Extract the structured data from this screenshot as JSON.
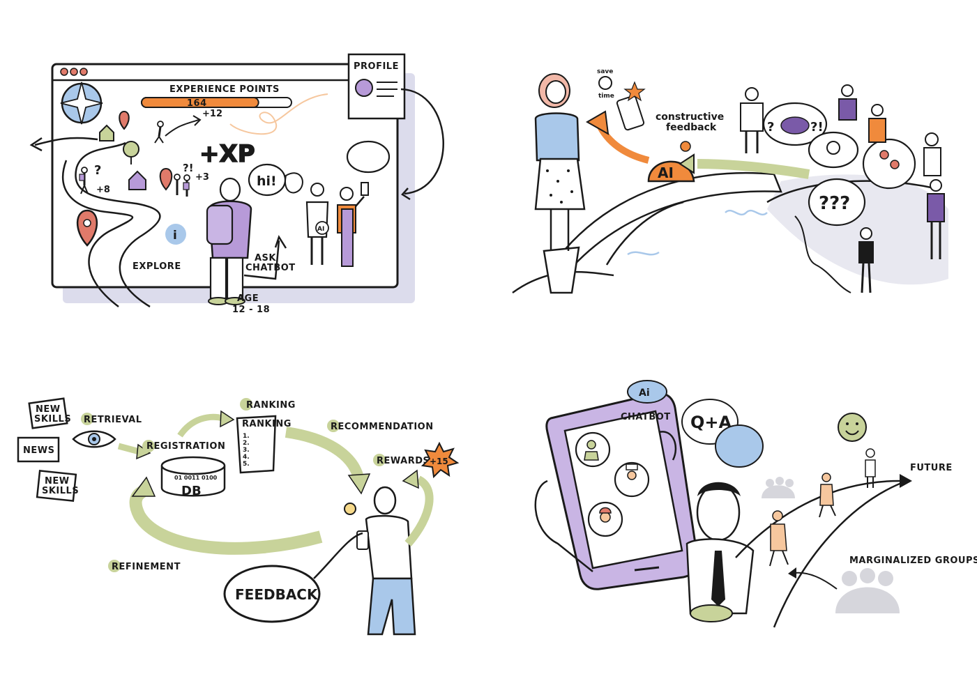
{
  "panel1": {
    "profile": "PROFILE",
    "xp_title": "EXPERIENCE POINTS",
    "xp_value": "164",
    "xp_fraction": 0.78,
    "plus12": "+12",
    "plus8": "+8",
    "plus3": "+3",
    "qmark": "?!",
    "xp": "+XP",
    "hi": "hi!",
    "explore": "EXPLORE",
    "ask1": "ASK",
    "ask2": "CHATBOT",
    "age1": "AGE",
    "age2": "12 - 18",
    "ai": "AI",
    "info": "i"
  },
  "panel2": {
    "save1": "save",
    "save2": "time",
    "constructive1": "constructive",
    "constructive2": "feedback",
    "ai": "AI",
    "q1": "?",
    "q2": "?!",
    "qqq": "???"
  },
  "panel3": {
    "new_skills_1a": "NEW",
    "new_skills_1b": "SKILLS",
    "news": "NEWS",
    "new_skills_2a": "NEW",
    "new_skills_2b": "SKILLS",
    "retrieval": "RETRIEVAL",
    "registration": "REGISTRATION",
    "db": "DB",
    "db_bits": "01 0011 0100",
    "ranking": "RANKING",
    "ranking_doc": "RANKING",
    "ranking_items": [
      "1.",
      "2.",
      "3.",
      "4.",
      "5."
    ],
    "recommendation": "RECOMMENDATION",
    "rewards": "REWARDS",
    "plus15": "+15",
    "refinement": "REFINEMENT",
    "feedback": "FEEDBACK"
  },
  "panel4": {
    "ai": "Ai",
    "chatbot": "CHATBOT",
    "qa": "Q+A",
    "future": "FUTURE",
    "marginalized": "MARGINALIZED GROUPS"
  },
  "colors": {
    "ink": "#1a1a1a",
    "orange": "#f08a3c",
    "purple": "#b79ad8",
    "purple_dark": "#7a5aa8",
    "green": "#c8d39a",
    "blue": "#a9c8ea",
    "shadow": "#dcdcec"
  }
}
